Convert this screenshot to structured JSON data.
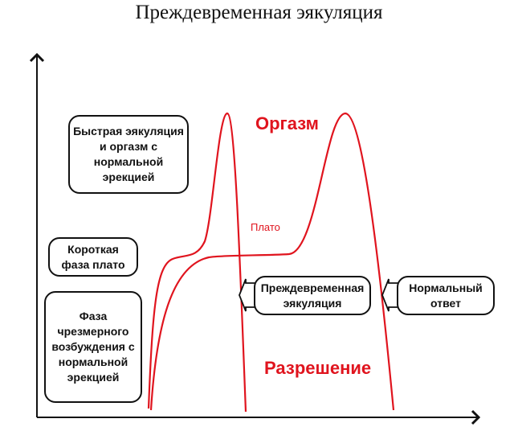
{
  "title": "Преждевременная эякуляция",
  "labels": {
    "orgasm": "Оргазм",
    "plateau": "Плато",
    "resolution": "Разрешение"
  },
  "boxes": {
    "fast_ejaculation": "Быстрая эякуляция и оргазм с нормальной эрекцией",
    "short_plateau": "Короткая фаза плато",
    "excitement": "Фаза чрезмерного возбуждения с нормальной эрекцией",
    "premature": "Преждевременная эякуляция",
    "normal": "Нормальный ответ"
  },
  "colors": {
    "curve": "#e0141e",
    "axis": "#111111"
  }
}
